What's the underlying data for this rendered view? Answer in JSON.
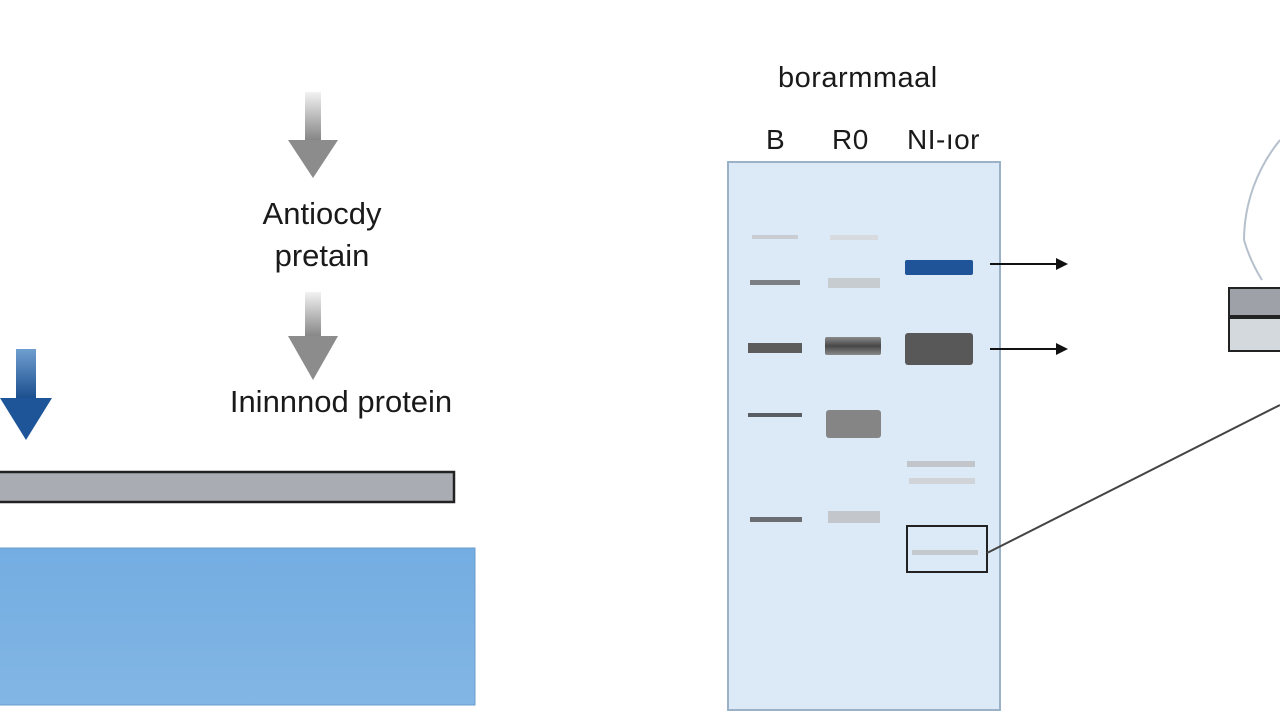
{
  "title": "borarmmaal",
  "lanes": [
    "B",
    "R0",
    "NI-ıor"
  ],
  "labels": {
    "antibody_line1": "Antiocdy",
    "antibody_line2": "pretain",
    "immobilized": "Ininnnod protein"
  },
  "colors": {
    "gel": "#dce9f6",
    "gel_border": "#9bb1c8",
    "blue_slab": "#7eb3e3",
    "dark_blue": "#1f5598",
    "band_dark": "#555555",
    "membrane_strip": "#a9adb3",
    "arrow_gray": "#8f8f8f"
  },
  "icons": [
    "down-arrow-icon",
    "right-arrow-icon"
  ]
}
